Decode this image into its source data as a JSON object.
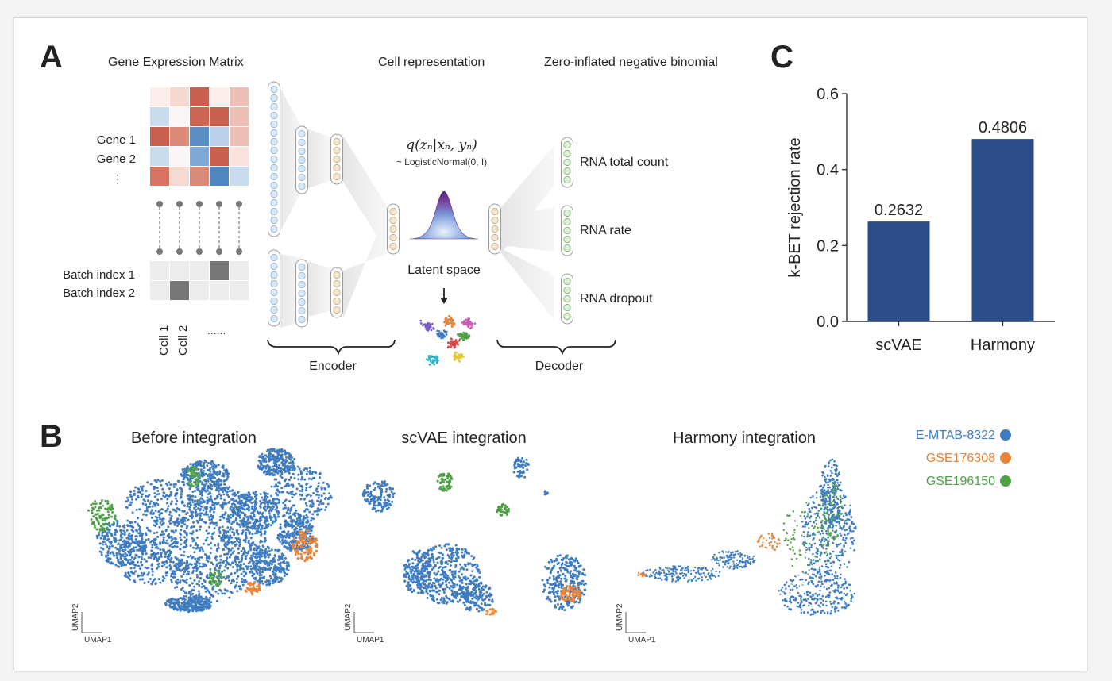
{
  "panels": {
    "a_letter": "A",
    "b_letter": "B",
    "c_letter": "C"
  },
  "panel_a": {
    "titles": {
      "matrix": "Gene Expression Matrix",
      "representation": "Cell representation",
      "likelihood": "Zero-inflated negative binomial"
    },
    "gene_labels": [
      "Gene 1",
      "Gene 2",
      "⋮"
    ],
    "batch_labels": [
      "Batch index 1",
      "Batch index 2"
    ],
    "cell_labels": [
      "Cell 1",
      "Cell 2",
      "......"
    ],
    "posterior": "q(zₙ|xₙ, yₙ)",
    "prior": "~ LogisticNormal(0, I)",
    "latent_label": "Latent space",
    "outputs": [
      "RNA total count",
      "RNA rate",
      "RNA dropout"
    ],
    "encoder_label": "Encoder",
    "decoder_label": "Decoder",
    "colors": {
      "red": "#c9604d",
      "blue": "#5b8fc4",
      "gray": "#777777"
    }
  },
  "panel_b": {
    "umap_titles": [
      "Before integration",
      "scVAE integration",
      "Harmony integration"
    ],
    "axis_x": "UMAP1",
    "axis_y": "UMAP2",
    "legend": [
      {
        "label": "E-MTAB-8322",
        "color": "#3f7cc0"
      },
      {
        "label": "GSE176308",
        "color": "#e8833a"
      },
      {
        "label": "GSE196150",
        "color": "#4fa245"
      }
    ]
  },
  "chart_data": {
    "type": "bar",
    "ylabel": "k-BET rejection rate",
    "categories": [
      "scVAE",
      "Harmony"
    ],
    "values": [
      0.2632,
      0.4806
    ],
    "value_labels": [
      "0.2632",
      "0.4806"
    ],
    "ylim": [
      0,
      0.6
    ],
    "yticks": [
      0.0,
      0.2,
      0.4,
      0.6
    ],
    "ytick_labels": [
      "0.0",
      "0.2",
      "0.4",
      "0.6"
    ],
    "bar_color": "#2b4c86"
  }
}
